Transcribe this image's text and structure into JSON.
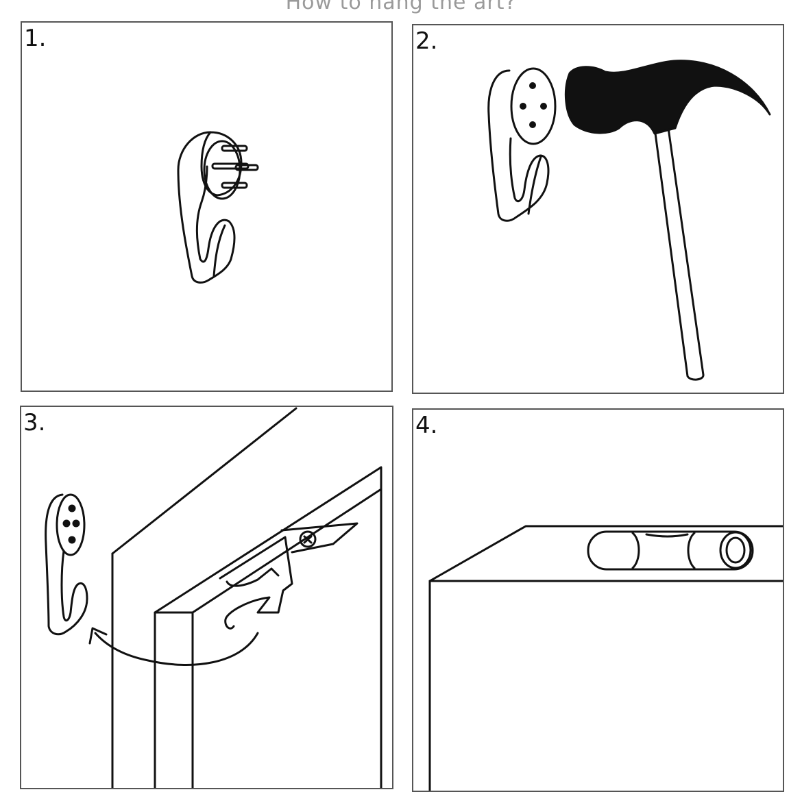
{
  "page": {
    "title": "How to hang the art?"
  },
  "panels": [
    {
      "number": "1."
    },
    {
      "number": "2."
    },
    {
      "number": "3."
    },
    {
      "number": "4."
    }
  ]
}
